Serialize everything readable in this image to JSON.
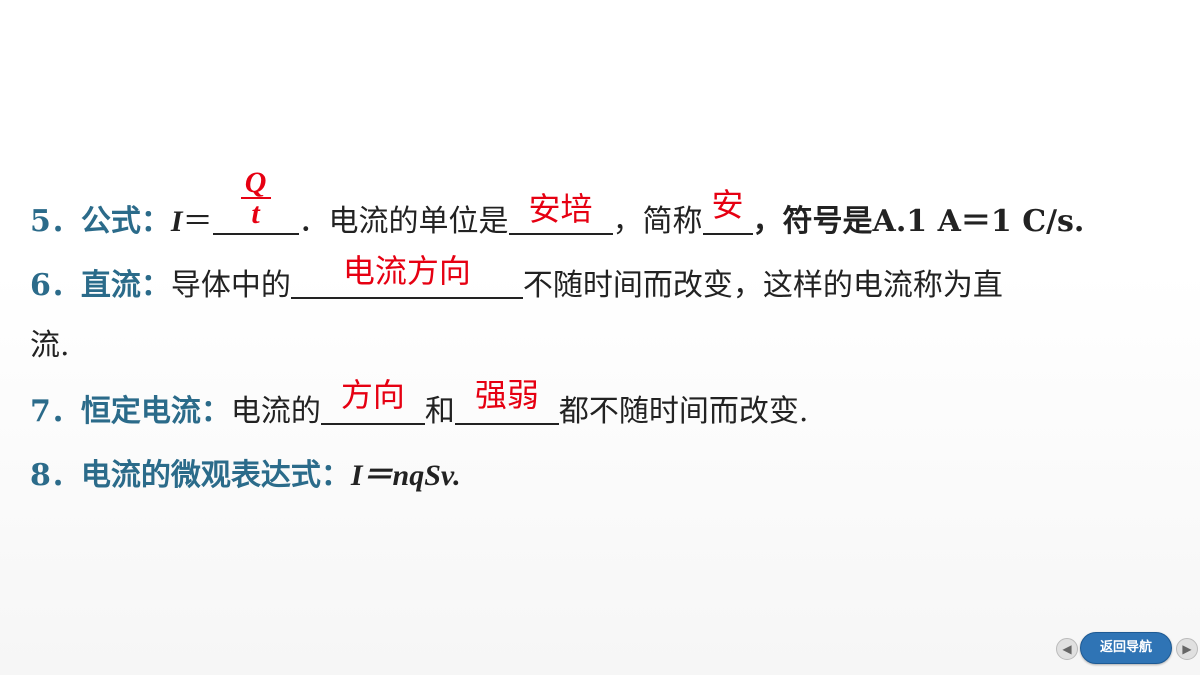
{
  "items": [
    {
      "num": "5．",
      "label": "公式：",
      "formula_var": "I",
      "eq": "＝",
      "ans_fraction_num": "Q",
      "ans_fraction_den": "t",
      "text_a": "．电流的单位是",
      "ans_unit": "安培",
      "text_b": "，简称",
      "ans_short": "安",
      "text_c": "，符号是A.1 A＝1 C/s."
    },
    {
      "num": "6．",
      "label": "直流：",
      "text_a": "导体中的",
      "ans": "电流方向",
      "text_b": "不随时间而改变，这样的电流称为直",
      "text_c": "流."
    },
    {
      "num": "7．",
      "label": "恒定电流：",
      "text_a": "电流的",
      "ans_1": "方向",
      "text_b": "和",
      "ans_2": "强弱",
      "text_c": "都不随时间而改变."
    },
    {
      "num": "8．",
      "label": "电流的微观表达式：",
      "formula": "I＝nqSv."
    }
  ],
  "nav": {
    "prev_icon": "left-arrow-icon",
    "back_label": "返回导航",
    "next_icon": "right-arrow-icon"
  },
  "colors": {
    "label": "#2b6b8a",
    "answer": "#e60012",
    "nav_button": "#2f74b5"
  }
}
